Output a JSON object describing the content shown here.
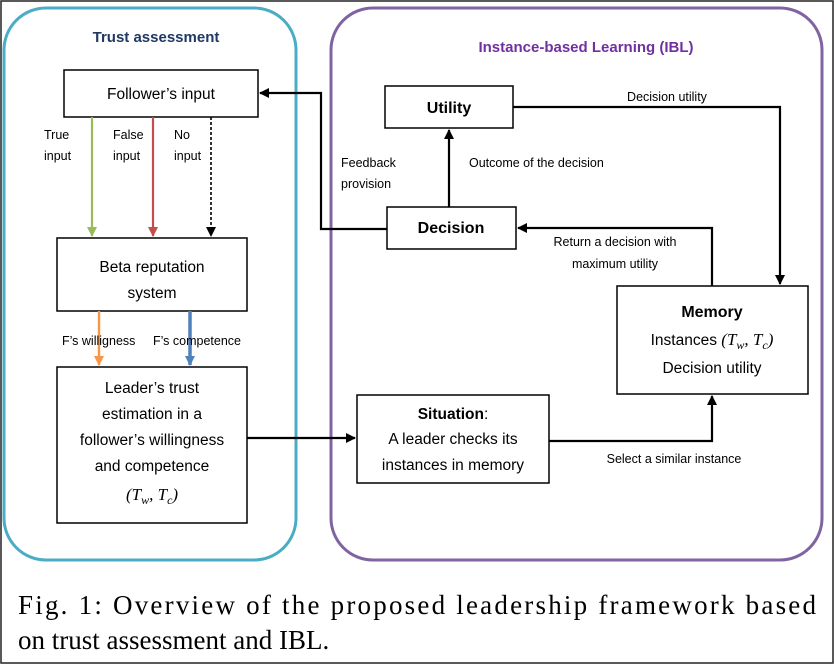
{
  "colors": {
    "trust_panel": "#4bacc6",
    "ibl_panel": "#8064a2",
    "trust_title": "#1f3864",
    "ibl_title": "#7030a0",
    "true_arrow": "#9bbb59",
    "false_arrow": "#c0504d",
    "willingness_arrow": "#f79646",
    "competence_arrow": "#4f81bd"
  },
  "trust_panel": {
    "title": "Trust assessment",
    "followers_input": "Follower’s input",
    "true_input": [
      "True",
      "input"
    ],
    "false_input": [
      "False",
      "input"
    ],
    "no_input": [
      "No",
      "input"
    ],
    "beta": [
      "Beta reputation",
      "system"
    ],
    "willingness_label": "F’s willigness",
    "competence_label": "F’s competence",
    "leader": [
      "Leader’s trust",
      "estimation in a",
      "follower’s willingness",
      "and competence"
    ],
    "leader_math": {
      "open": "(",
      "t1": "T",
      "s1": "w",
      "sep": ", ",
      "t2": "T",
      "s2": "c",
      "close": ")"
    }
  },
  "ibl_panel": {
    "title": "Instance-based Learning (IBL)",
    "utility": "Utility",
    "decision": "Decision",
    "decision_utility_label": "Decision utility",
    "outcome_label": "Outcome of the decision",
    "feedback_label": [
      "Feedback",
      "provision"
    ],
    "return_label": [
      "Return a decision with",
      "maximum utility"
    ],
    "memory": {
      "title": "Memory",
      "instances_prefix": "Instances ",
      "instances_math": {
        "open": "(",
        "t1": "T",
        "s1": "w",
        "sep": ", ",
        "t2": "T",
        "s2": "c",
        "close": ")"
      },
      "decision_utility": "Decision utility"
    },
    "situation": {
      "title": "Situation",
      "colon": ":",
      "lines": [
        "A leader checks its",
        "instances in memory"
      ]
    },
    "select_label": "Select a similar instance"
  },
  "caption": [
    "Fig. 1: Overview of the proposed leadership framework based",
    "on trust assessment and IBL."
  ]
}
